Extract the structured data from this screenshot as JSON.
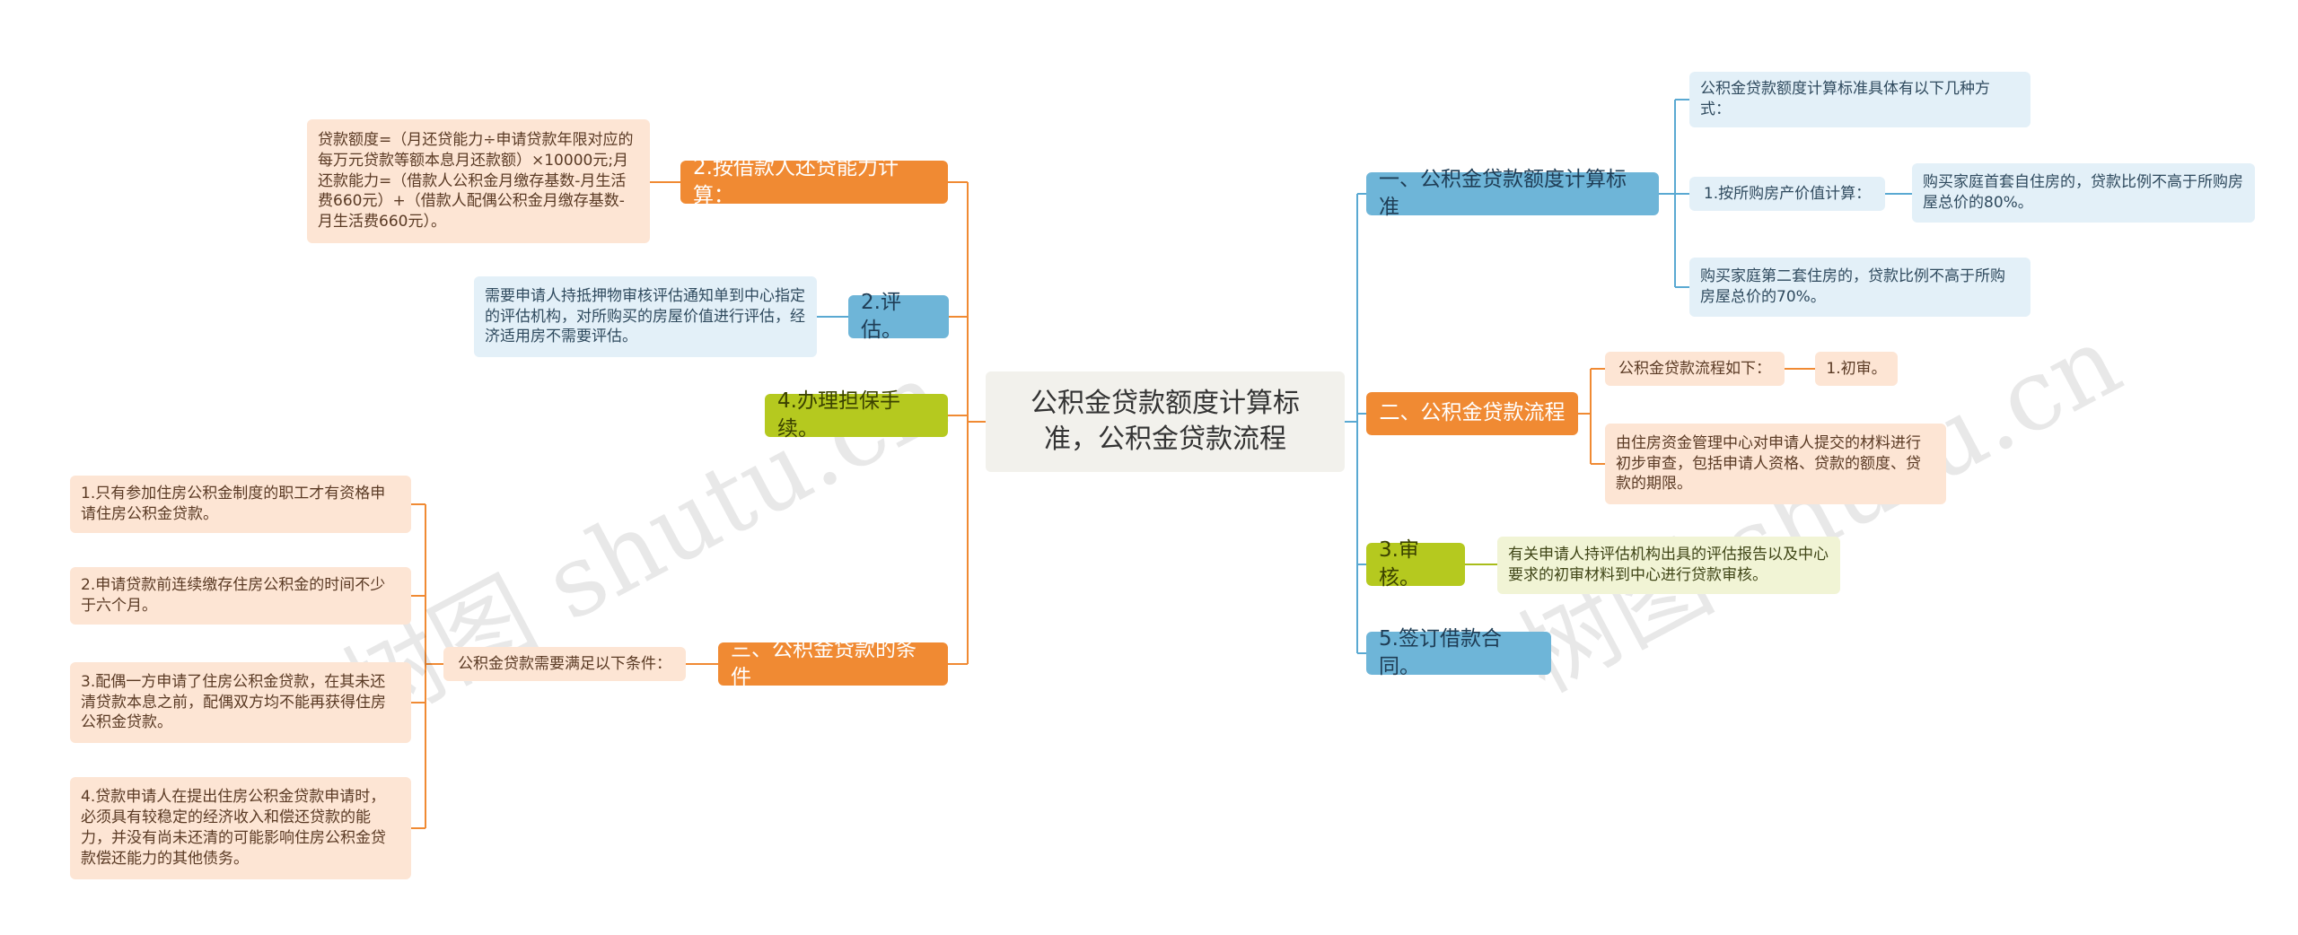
{
  "root": {
    "label": "公积金贷款额度计算标准，公积金贷款流程"
  },
  "watermark": "树图 shutu.cn",
  "colors": {
    "blue": "#5aa9d2",
    "orange": "#f08a33",
    "olive": "#a9bd1a",
    "text": "#333333"
  },
  "right_branches": [
    {
      "label": "一、公积金贷款额度计算标准",
      "children": [
        {
          "label": "公积金贷款额度计算标准具体有以下几种方式："
        },
        {
          "label": "1.按所购房产价值计算：",
          "children": [
            {
              "label": "购买家庭首套自住房的，贷款比例不高于所购房屋总价的80%。"
            }
          ]
        },
        {
          "label": "购买家庭第二套住房的，贷款比例不高于所购房屋总价的70%。"
        }
      ]
    },
    {
      "label": "二、公积金贷款流程",
      "children": [
        {
          "label": "公积金贷款流程如下：",
          "children": [
            {
              "label": "1.初审。"
            }
          ]
        },
        {
          "label": "由住房资金管理中心对申请人提交的材料进行初步审查，包括申请人资格、贷款的额度、贷款的期限。"
        }
      ]
    },
    {
      "label": "3.审核。",
      "children": [
        {
          "label": "有关申请人持评估机构出具的评估报告以及中心要求的初审材料到中心进行贷款审核。"
        }
      ]
    },
    {
      "label": "5.签订借款合同。"
    }
  ],
  "left_branches": [
    {
      "label": "2.按借款人还贷能力计算：",
      "children": [
        {
          "label": "贷款额度=（月还贷能力÷申请贷款年限对应的每万元贷款等额本息月还款额）×10000元;月还款能力=（借款人公积金月缴存基数-月生活费660元）+（借款人配偶公积金月缴存基数-月生活费660元）。"
        }
      ]
    },
    {
      "label": "2.评估。",
      "children": [
        {
          "label": "需要申请人持抵押物审核评估通知单到中心指定的评估机构，对所购买的房屋价值进行评估，经济适用房不需要评估。"
        }
      ]
    },
    {
      "label": "4.办理担保手续。"
    },
    {
      "label": "三、公积金贷款的条件",
      "children": [
        {
          "label": "公积金贷款需要满足以下条件：",
          "children": [
            {
              "label": "1.只有参加住房公积金制度的职工才有资格申请住房公积金贷款。"
            },
            {
              "label": "2.申请贷款前连续缴存住房公积金的时间不少于六个月。"
            },
            {
              "label": "3.配偶一方申请了住房公积金贷款，在其未还清贷款本息之前，配偶双方均不能再获得住房公积金贷款。"
            },
            {
              "label": "4.贷款申请人在提出住房公积金贷款申请时，必须具有较稳定的经济收入和偿还贷款的能力，并没有尚未还清的可能影响住房公积金贷款偿还能力的其他债务。"
            }
          ]
        }
      ]
    }
  ]
}
